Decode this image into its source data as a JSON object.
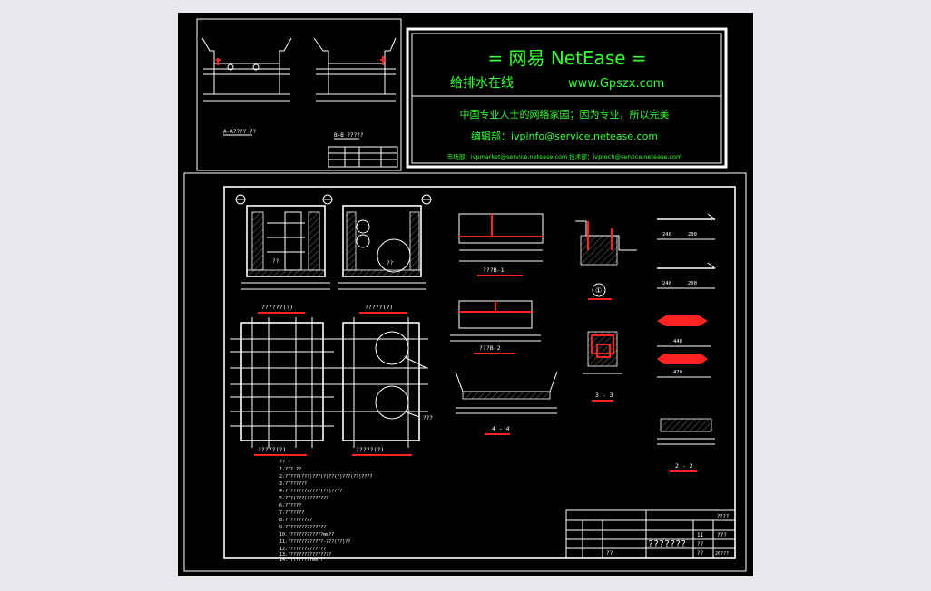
{
  "banner": {
    "title": "=  网易 NetEase  =",
    "subtitle_left": "给排水在线",
    "subtitle_right": "www.Gpszx.com",
    "slogan": "中国专业人士的网络家园；因为专业，所以完美",
    "editor": "编辑部：ivpinfo@service.netease.com",
    "footer": "市场部：ivpmarket@service.netease.com   技术部：ivptech@service.netease.com"
  },
  "top_drawing": {
    "section_a": "A-A???? ??",
    "section_b": "B-B ?????"
  },
  "plan_labels": {
    "front_section": "??????(?)",
    "side_section": "?????(?)",
    "plan_left": "?????(?)",
    "plan_right": "?????(?)",
    "beam_1": "???B-1",
    "beam_2": "???B-2",
    "section_4": "4 - 4",
    "section_3": "3 - 3",
    "section_2": "2 - 2",
    "detail_1": "①",
    "marker_left": "??",
    "marker_right": "??",
    "callout": "???",
    "dim_440": "440",
    "dim_470": "470",
    "dim_200": "200",
    "dim_240": "240"
  },
  "notes": [
    "?? ?",
    "1.???.??",
    "2.?????(???)???(?)??(?)???(??)????",
    "3.????????",
    "4.?????????????(??)????",
    "5.???(???)????????",
    "6.??????",
    "7.???????",
    "8.??????????",
    "9.???????????????",
    "10.?????????????mm??",
    "11.?????????????-???(??)??",
    "12.??????????????",
    "13.????????????????",
    "14.?????????mm??"
  ],
  "title_block": {
    "drawing_name": "???????",
    "no_label": "??",
    "sheet_no": "11",
    "scale": "???",
    "date": "??",
    "code": "??",
    "year": "20???",
    "header": "????"
  }
}
